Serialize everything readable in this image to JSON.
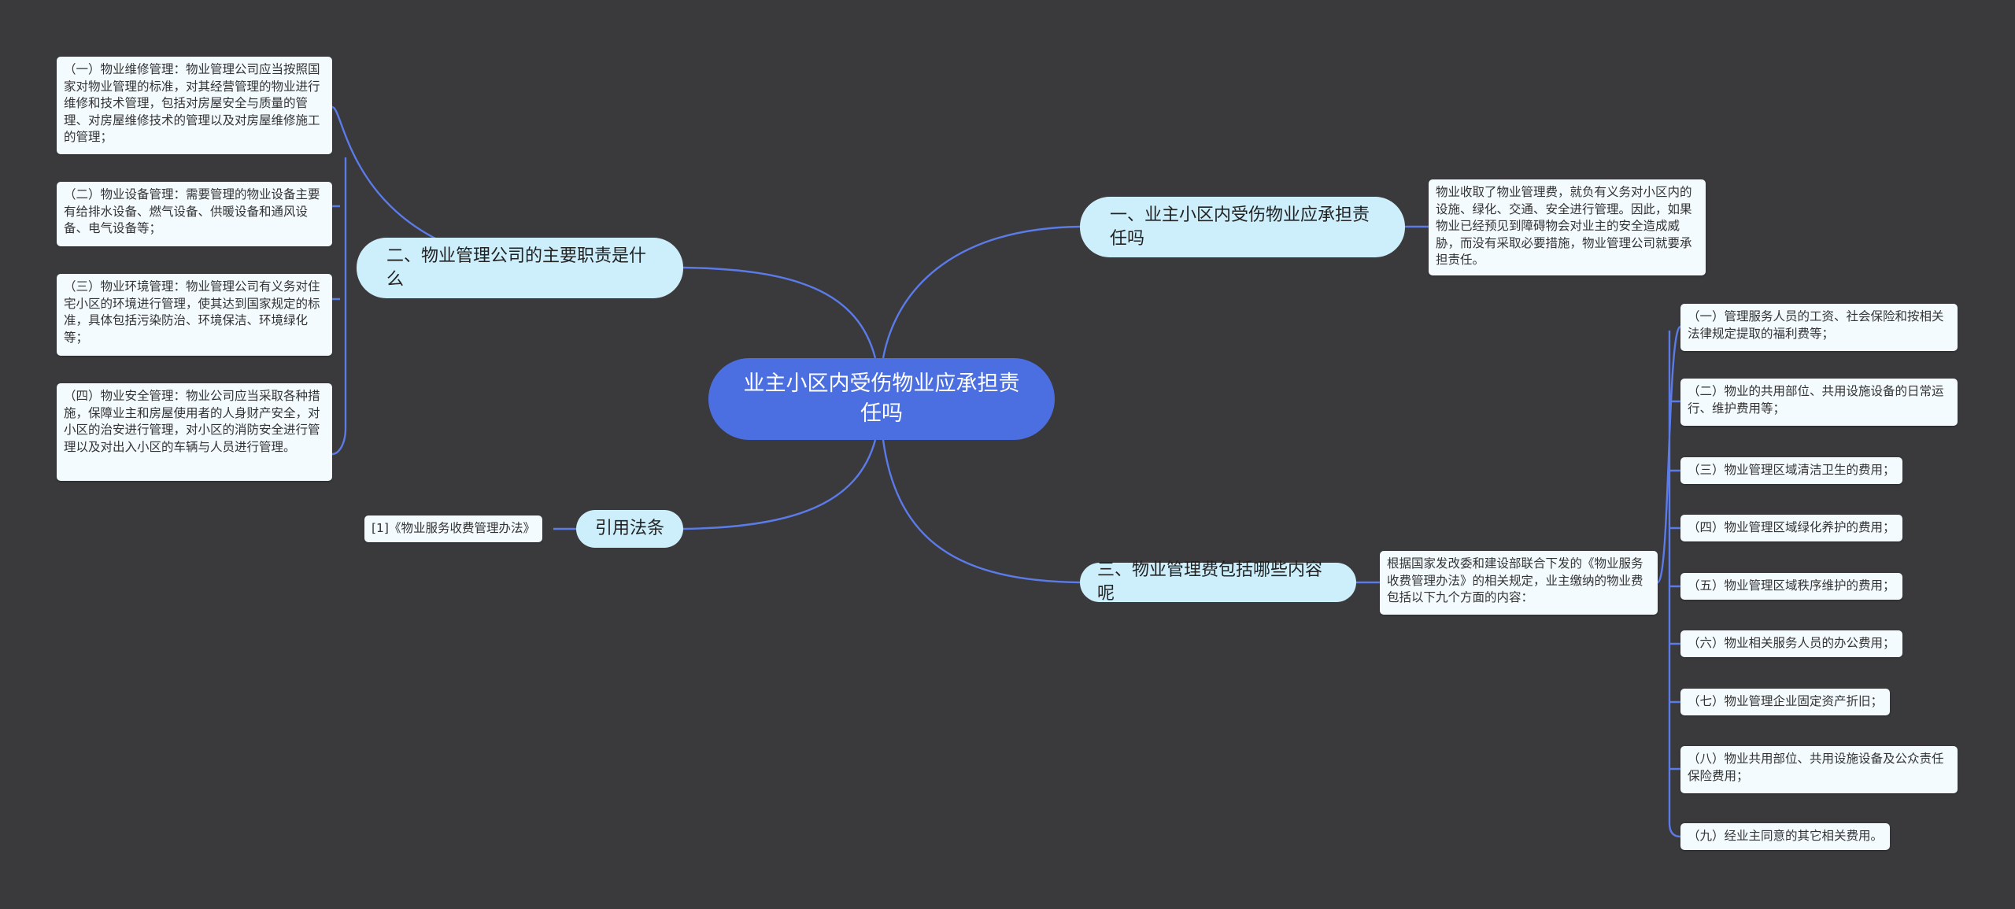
{
  "root": {
    "label": "业主小区内受伤物业应承担责任吗"
  },
  "topics": {
    "t1": {
      "label": "一、业主小区内受伤物业应承担责任吗"
    },
    "t2": {
      "label": "二、物业管理公司的主要职责是什么"
    },
    "t3": {
      "label": "三、物业管理费包括哪些内容呢"
    },
    "t4": {
      "label": "引用法条"
    }
  },
  "leaves": {
    "t1_detail": "物业收取了物业管理费，就负有义务对小区内的设施、绿化、交通、安全进行管理。因此，如果物业已经预见到障碍物会对业主的安全造成威胁，而没有采取必要措施，物业管理公司就要承担责任。",
    "t2_items": [
      "（一）物业维修管理：物业管理公司应当按照国家对物业管理的标准，对其经营管理的物业进行维修和技术管理，包括对房屋安全与质量的管理、对房屋维修技术的管理以及对房屋维修施工的管理；",
      "（二）物业设备管理：需要管理的物业设备主要有给排水设备、燃气设备、供暖设备和通风设备、电气设备等；",
      "（三）物业环境管理：物业管理公司有义务对住宅小区的环境进行管理，使其达到国家规定的标准，具体包括污染防治、环境保洁、环境绿化等；",
      "（四）物业安全管理：物业公司应当采取各种措施，保障业主和房屋使用者的人身财产安全，对小区的治安进行管理，对小区的消防安全进行管理以及对出入小区的车辆与人员进行管理。"
    ],
    "t3_intro": "根据国家发改委和建设部联合下发的《物业服务收费管理办法》的相关规定，业主缴纳的物业费包括以下九个方面的内容：",
    "t3_items": [
      "（一）管理服务人员的工资、社会保险和按相关法律规定提取的福利费等；",
      "（二）物业的共用部位、共用设施设备的日常运行、维护费用等；",
      "（三）物业管理区域清洁卫生的费用；",
      "（四）物业管理区域绿化养护的费用；",
      "（五）物业管理区域秩序维护的费用；",
      "（六）物业相关服务人员的办公费用；",
      "（七）物业管理企业固定资产折旧；",
      "（八）物业共用部位、共用设施设备及公众责任保险费用；",
      "（九）经业主同意的其它相关费用。"
    ],
    "t4_item": "[1]《物业服务收费管理办法》"
  },
  "colors": {
    "background": "#3a393b",
    "root": "#4b6fe0",
    "topic": "#cdeefb",
    "leaf": "#f3fbff",
    "connector": "#5b7be8"
  }
}
